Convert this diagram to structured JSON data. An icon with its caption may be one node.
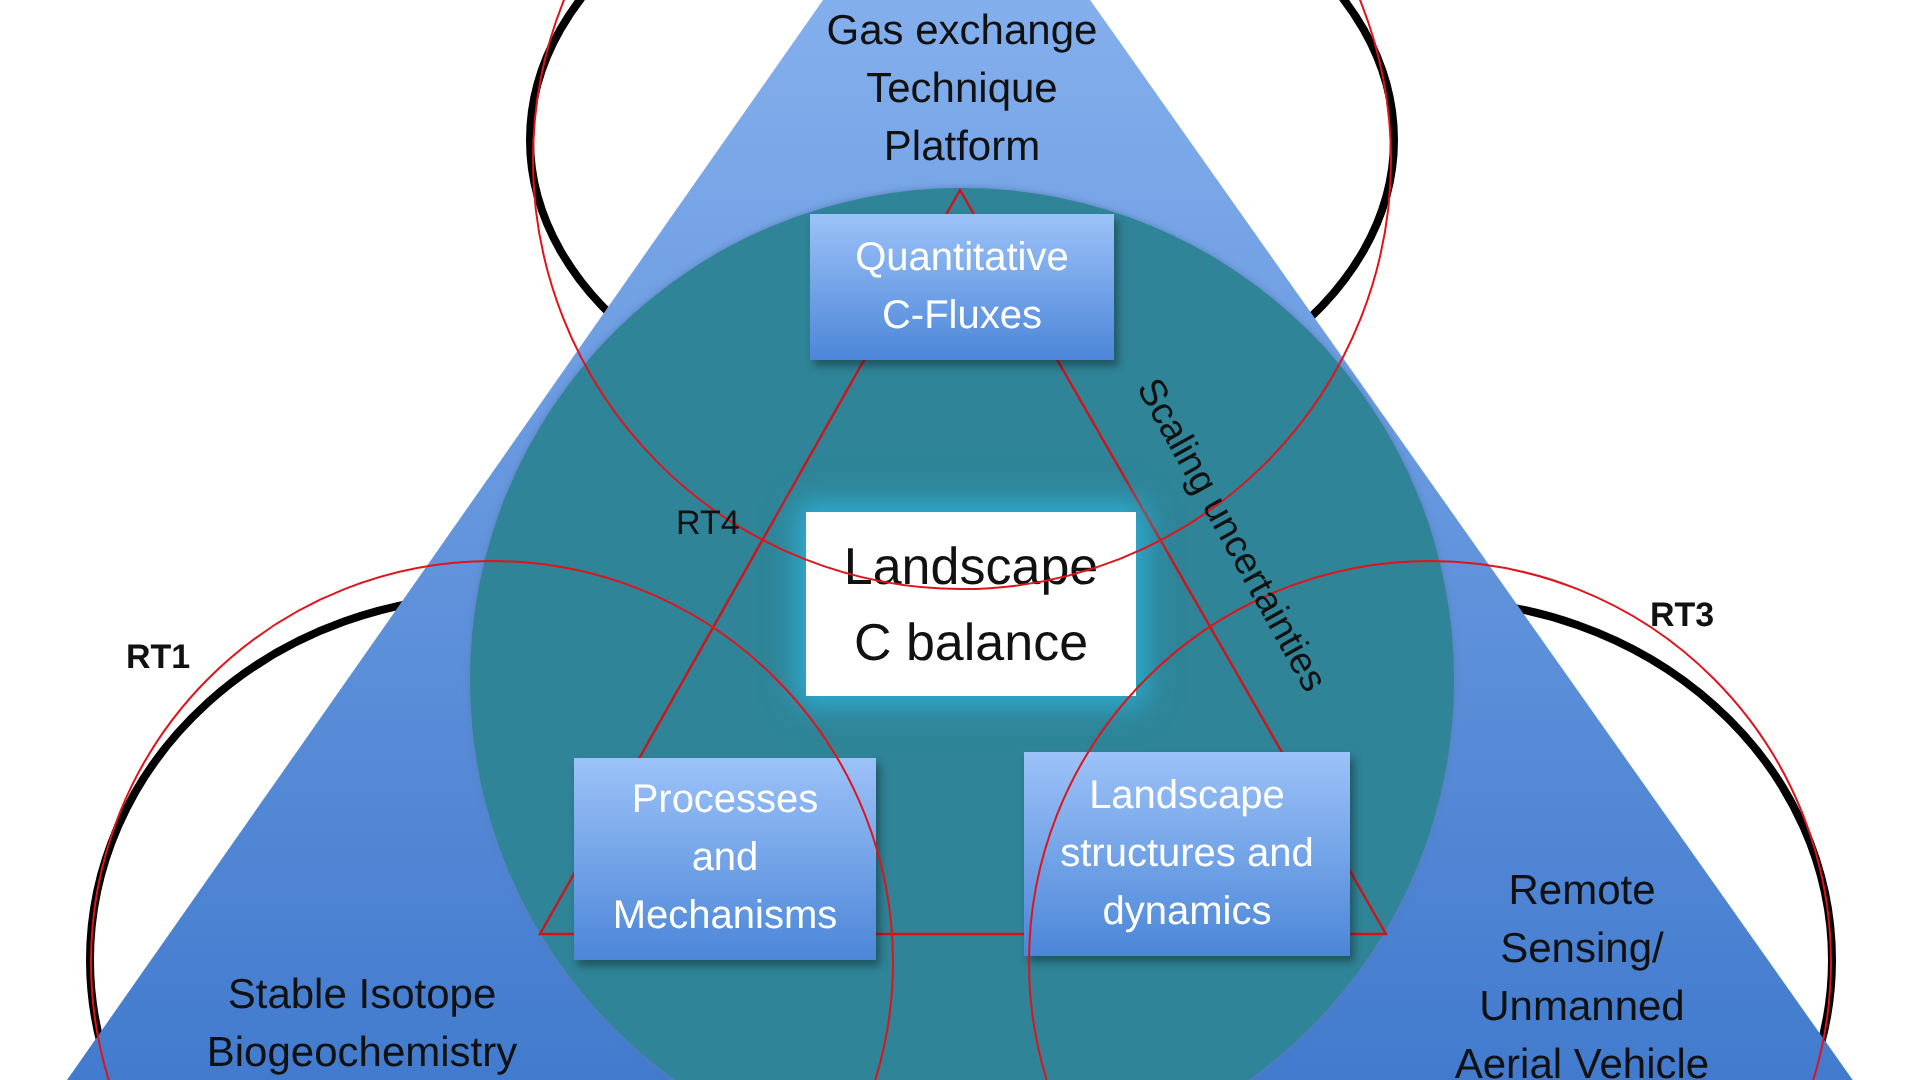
{
  "diagram": {
    "nodes": [
      {
        "text": [
          "Gas exchange Technique Platform"
        ]
      },
      {
        "text": [
          "RT1",
          "Stable Isotope Biogeochemistry"
        ]
      },
      {
        "text": [
          "RT3",
          "Remote Sensing/ Unmanned Aerial Vehicle"
        ]
      },
      {
        "text": [],
        "shape": "circle"
      },
      {
        "text": [
          "Quantitative C-Fluxes"
        ]
      },
      {
        "text": [
          "Landscape C balance"
        ],
        "in": 3
      },
      {
        "text": [
          "Processes and Mechanisms"
        ]
      },
      {
        "text": [
          "Landscape structures and dynamics"
        ]
      }
    ],
    "edges": [],
    "labels": [
      "RT4",
      "Scaling uncertainties"
    ]
  }
}
